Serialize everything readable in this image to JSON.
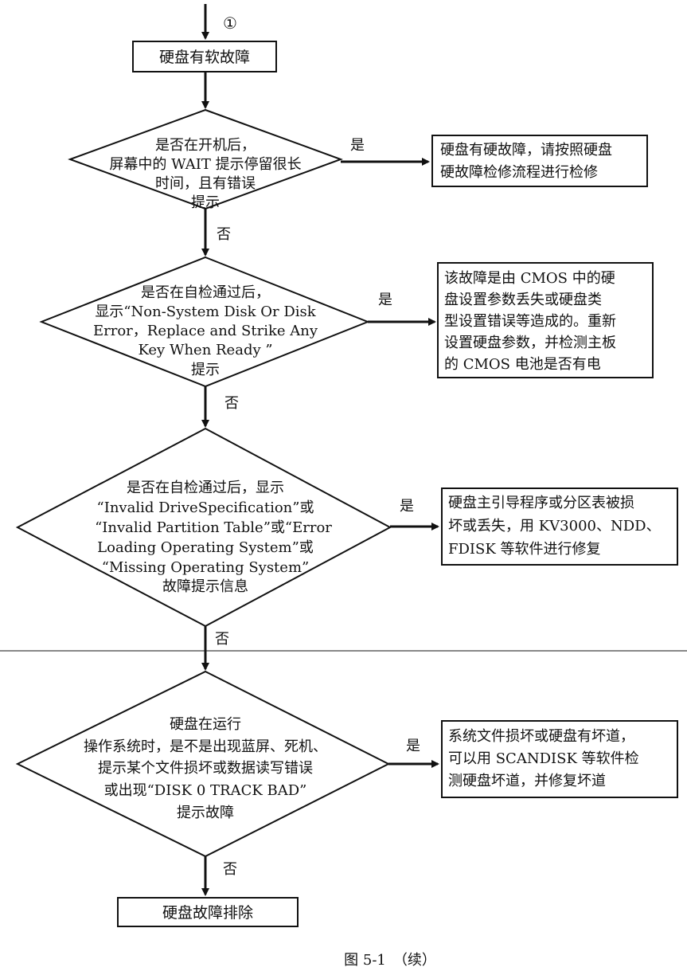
{
  "connector": "①",
  "start_box": "硬盘有软故障",
  "decisions": [
    {
      "lines": [
        "是否在开机后，",
        "屏幕中的 WAIT 提示停留很长",
        "时间，且有错误",
        "提示"
      ],
      "yes_label": "是",
      "no_label": "否",
      "result": [
        "硬盘有硬故障，请按照硬盘",
        "硬故障检修流程进行检修"
      ]
    },
    {
      "lines": [
        "是否在自检通过后，",
        "显示“Non-System Disk Or Disk",
        "Error，Replace and Strike Any",
        "Key When Ready ”",
        "提示"
      ],
      "yes_label": "是",
      "no_label": "否",
      "result": [
        "该故障是由 CMOS 中的硬",
        "盘设置参数丢失或硬盘类",
        "型设置错误等造成的。重新",
        "设置硬盘参数，并检测主板",
        "的 CMOS 电池是否有电"
      ]
    },
    {
      "lines": [
        "是否在自检通过后，显示",
        "“Invalid DriveSpecification”或",
        "“Invalid Partition Table”或“Error",
        "Loading Operating System”或",
        "“Missing Operating System”",
        "故障提示信息"
      ],
      "yes_label": "是",
      "no_label": "否",
      "result": [
        "硬盘主引导程序或分区表被损",
        "坏或丢失，用 KV3000、NDD、",
        "FDISK 等软件进行修复"
      ]
    },
    {
      "lines": [
        "硬盘在运行",
        "操作系统时，是不是出现蓝屏、死机、",
        "提示某个文件损坏或数据读写错误",
        "或出现“DISK 0 TRACK BAD”",
        "提示故障"
      ],
      "yes_label": "是",
      "no_label": "否",
      "result": [
        "系统文件损坏或硬盘有坏道，",
        "可以用 SCANDISK 等软件检",
        "测硬盘坏道，并修复坏道"
      ]
    }
  ],
  "end_box": "硬盘故障排除",
  "caption": "图 5-1　（续）"
}
